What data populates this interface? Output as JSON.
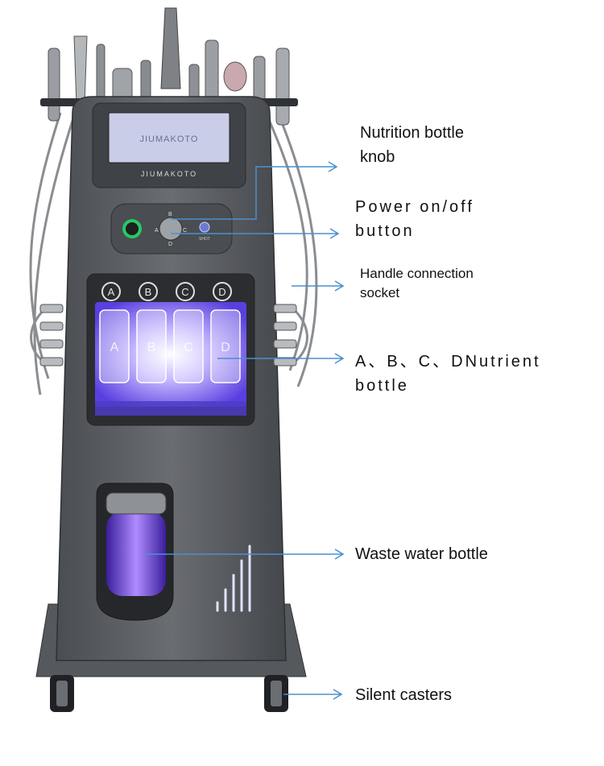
{
  "device": {
    "screen_brand": "JIUMAKOTO",
    "panel_brand": "JIUMAKOTO",
    "knob_letters": [
      "A",
      "B",
      "C",
      "D"
    ],
    "power_label": "SHOT",
    "bottle_badges": [
      "A",
      "B",
      "C",
      "D"
    ],
    "bottle_labels": [
      "A",
      "B",
      "C",
      "D"
    ]
  },
  "callouts": {
    "nutrition_knob": "Nutrition bottle\nknob",
    "power_button": "Power on/off\nbutton",
    "handle_socket": "Handle connection\nsocket",
    "nutrient_bottles": "A、B、C、DNutrient\nbottle",
    "waste_bottle": "Waste water bottle",
    "casters": "Silent casters"
  },
  "colors": {
    "body": "#5d6064",
    "body_dark": "#3f4246",
    "screen": "#c9cde8",
    "led": "#7b63ff",
    "arrow": "#4a90d0",
    "power_led": "#28c864"
  }
}
